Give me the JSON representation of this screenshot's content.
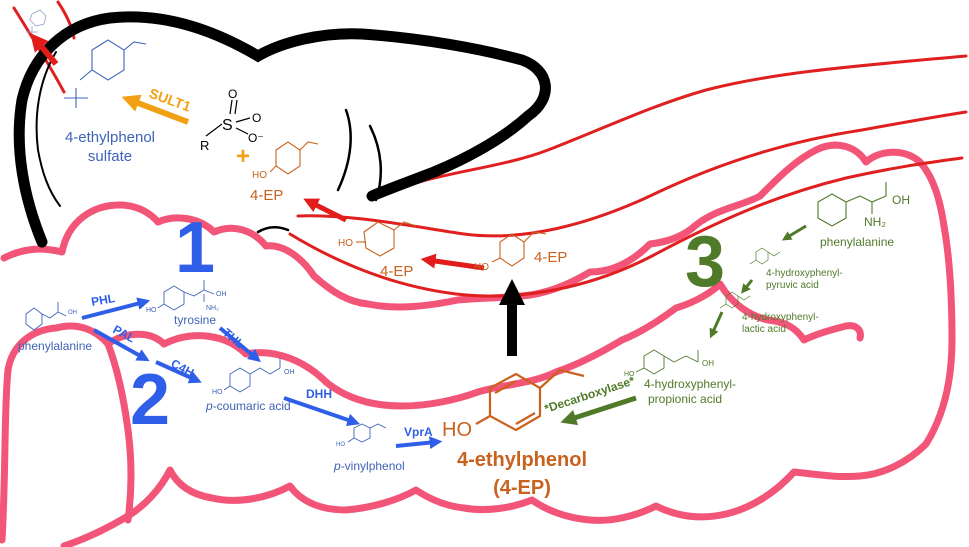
{
  "colors": {
    "gut": "#f25577",
    "vessel": "#e02020",
    "kidney": "#000000",
    "blue": "#2f5fe8",
    "blue_text": "#3f63b8",
    "orange": "#c8621e",
    "amber": "#f2a114",
    "green": "#4f7a29",
    "red_arrow": "#e21b1b"
  },
  "pathway_numbers": {
    "one": "1",
    "two": "2",
    "three": "3"
  },
  "kidney_side": {
    "product": "4-ethylphenol",
    "product_line2": "sulfate",
    "enzyme": "SULT1",
    "plus": "+",
    "sulfo_r": "R",
    "sulfo_s": "S",
    "sulfo_o_top": "O",
    "sulfo_o_right": "O",
    "sulfo_o_minus": "O⁻",
    "ep_ho": "HO",
    "ep_label": "4-EP"
  },
  "vessel_side": {
    "ep_label_a": "4-EP",
    "ep_label_b": "4-EP",
    "ho_a": "HO",
    "ho_b": "HO"
  },
  "route_12": {
    "phenylalanine": "phenylalanine",
    "tyrosine": "tyrosine",
    "coumaric_italic": "p",
    "coumaric_rest": "-coumaric acid",
    "vinyl_italic": "p",
    "vinyl_rest": "-vinylphenol",
    "enzymes": {
      "phl": "PHL",
      "pal": "PAL",
      "thl": "THL",
      "c4h": "C4H",
      "dhh": "DHH",
      "vpra": "VprA"
    },
    "nh2": "NH₂",
    "oh": "OH",
    "ho": "HO"
  },
  "route_3": {
    "phenylalanine": "phenylalanine",
    "pyruvic_l1": "4-hydroxyphenyl-",
    "pyruvic_l2": "pyruvic acid",
    "lactic_l1": "4-hydroxyphenyl-",
    "lactic_l2": "lactic acid",
    "propionic_l1": "4-hydroxyphenyl-",
    "propionic_l2": "propionic acid",
    "enzyme": "*Decarboxylase*",
    "oh": "OH",
    "nh2": "NH₂",
    "ho": "HO"
  },
  "central": {
    "ho": "HO",
    "name": "4-ethylphenol",
    "abbrev": "(4-EP)"
  }
}
